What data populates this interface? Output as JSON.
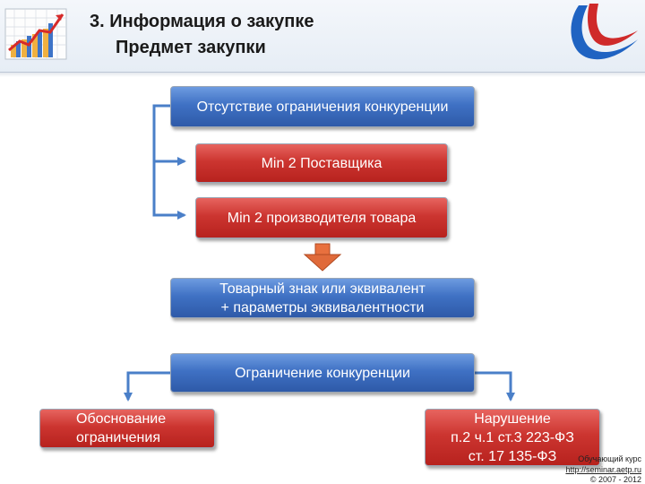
{
  "title": {
    "line1": "3. Информация о закупке",
    "line2": "Предмет закупки"
  },
  "boxes": {
    "no_restriction": "Отсутствие ограничения конкуренции",
    "min_suppliers": "Min 2 Поставщика",
    "min_manufacturers": "Min 2 производителя товара",
    "trademark_line1": "Товарный знак или эквивалент",
    "trademark_line2": "+ параметры эквивалентности",
    "restriction": "Ограничение конкуренции",
    "justification_line1": "Обоснование",
    "justification_line2": "ограничения",
    "violation_line1": "Нарушение",
    "violation_line2": "п.2 ч.1 ст.3 223-ФЗ",
    "violation_line3": "ст. 17 135-ФЗ"
  },
  "footer": {
    "course": "Обучающий курс",
    "url": "http://seminar.aetp.ru",
    "copyright": "© 2007 - 2012"
  },
  "colors": {
    "blue": "#3f71c4",
    "red": "#cc3530",
    "arrow_blue": "#4a7fc8",
    "down_arrow": "#e06a3a"
  },
  "icons": {
    "header_left": "growth-chart-icon",
    "header_right": "logo-swoosh-icon",
    "down_arrow": "arrow-down-icon"
  }
}
